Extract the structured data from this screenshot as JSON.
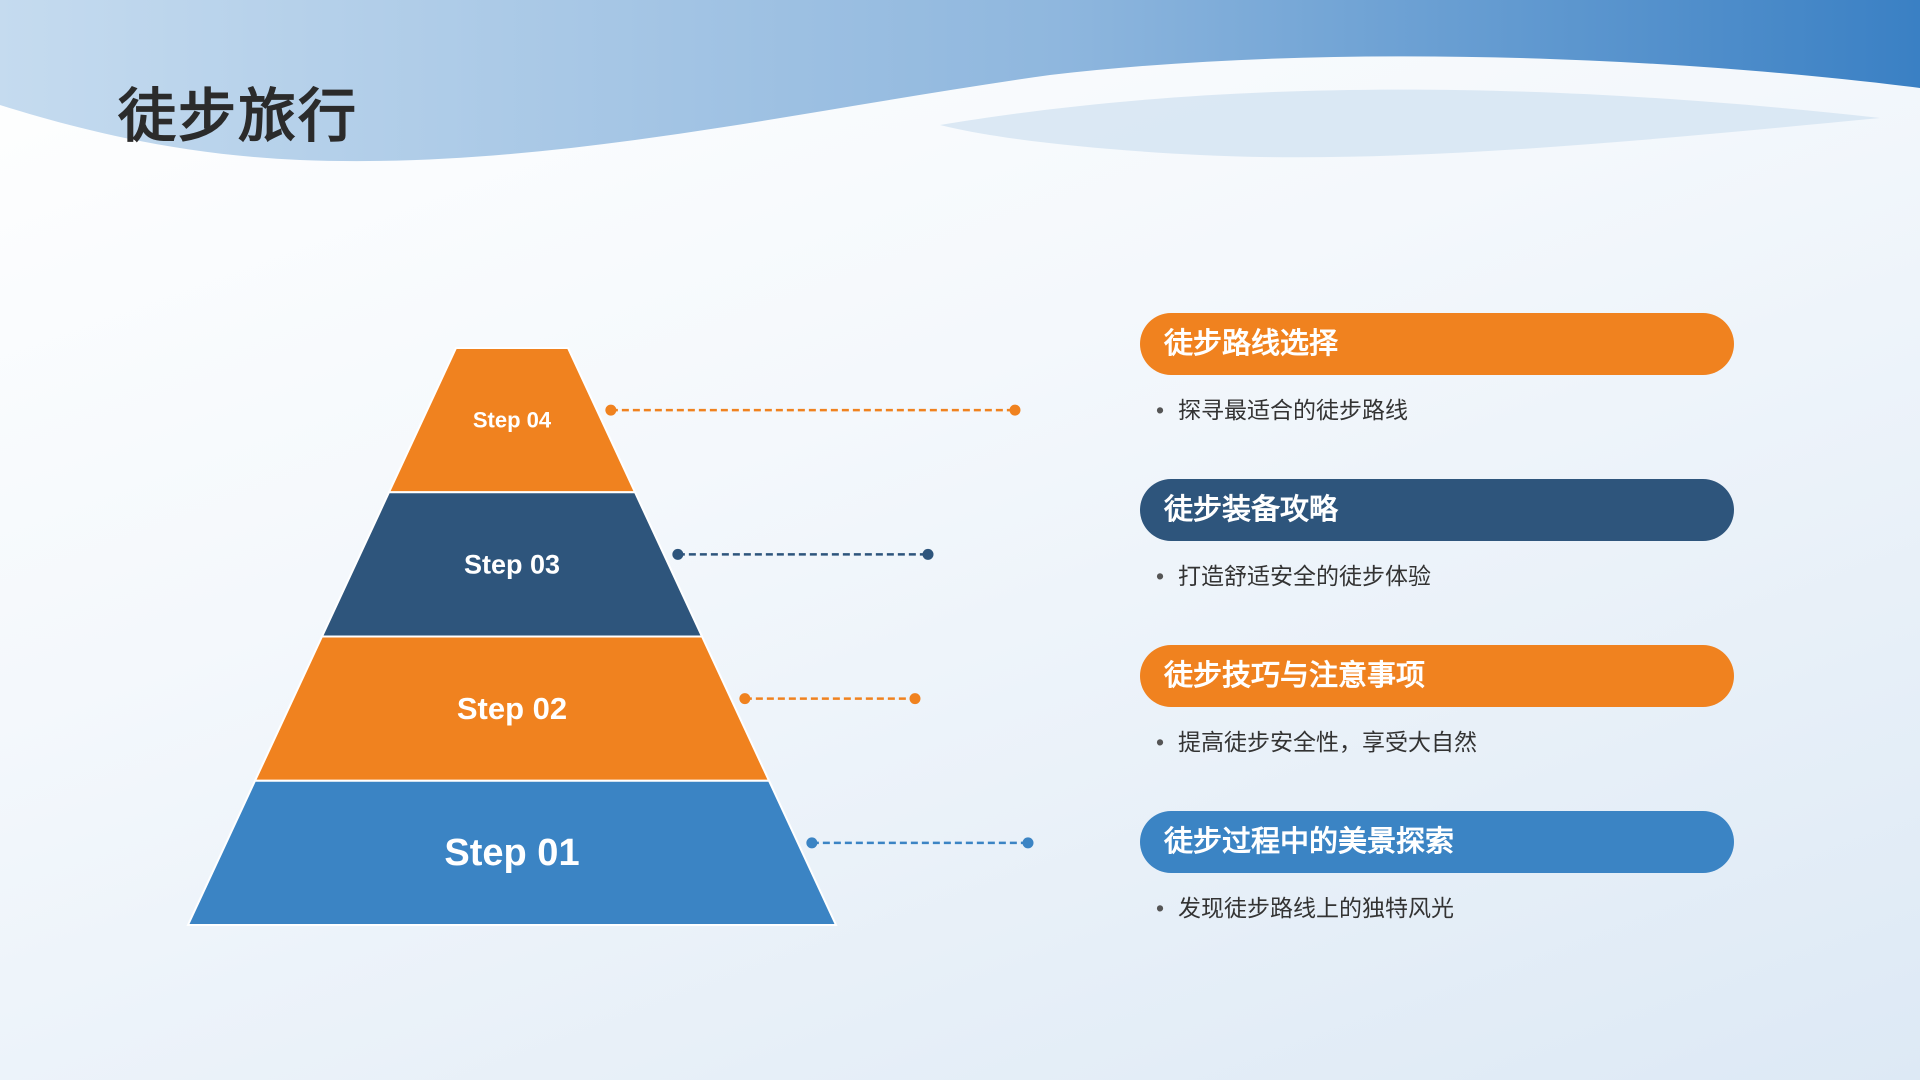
{
  "title": "徒步旅行",
  "colors": {
    "orange": "#f0821f",
    "navy": "#2e557c",
    "blue": "#3b84c4",
    "header_gradient_start": "#c5dbef",
    "header_gradient_end": "#3a80c4"
  },
  "steps": [
    {
      "label": "Step 04",
      "color": "#f0821f"
    },
    {
      "label": "Step 03",
      "color": "#2e557c"
    },
    {
      "label": "Step 02",
      "color": "#f0821f"
    },
    {
      "label": "Step 01",
      "color": "#3b84c4"
    }
  ],
  "items": [
    {
      "title": "徒步路线选择",
      "desc": "探寻最适合的徒步路线",
      "color": "#f0821f"
    },
    {
      "title": "徒步装备攻略",
      "desc": "打造舒适安全的徒步体验",
      "color": "#2e557c"
    },
    {
      "title": "徒步技巧与注意事项",
      "desc": "提高徒步安全性，享受大自然",
      "color": "#f0821f"
    },
    {
      "title": "徒步过程中的美景探索",
      "desc": "发现徒步路线上的独特风光",
      "color": "#3b84c4"
    }
  ],
  "bullet": "•"
}
